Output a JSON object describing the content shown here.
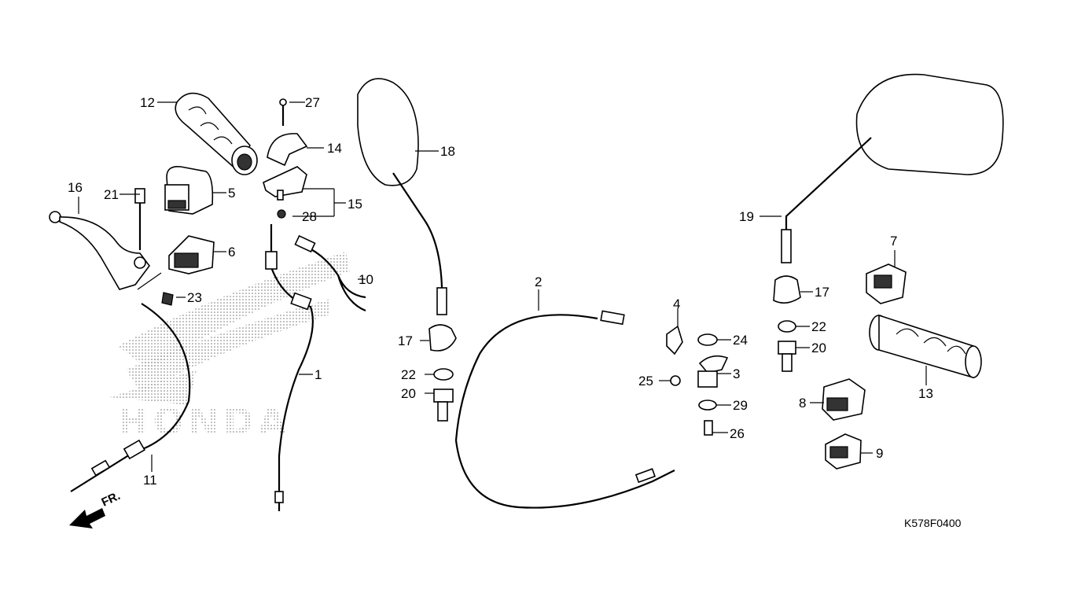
{
  "diagram": {
    "code": "K578F0400",
    "direction_label": "FR.",
    "watermark": "HONDA",
    "callouts": {
      "c1": "1",
      "c2": "2",
      "c3": "3",
      "c4": "4",
      "c5": "5",
      "c6": "6",
      "c7": "7",
      "c8": "8",
      "c9": "9",
      "c10": "10",
      "c11": "11",
      "c12": "12",
      "c13": "13",
      "c14": "14",
      "c15": "15",
      "c16": "16",
      "c17a": "17",
      "c17b": "17",
      "c18": "18",
      "c19": "19",
      "c20a": "20",
      "c20b": "20",
      "c21": "21",
      "c22a": "22",
      "c22b": "22",
      "c23": "23",
      "c24": "24",
      "c25": "25",
      "c26": "26",
      "c27": "27",
      "c28": "28",
      "c29": "29"
    }
  }
}
